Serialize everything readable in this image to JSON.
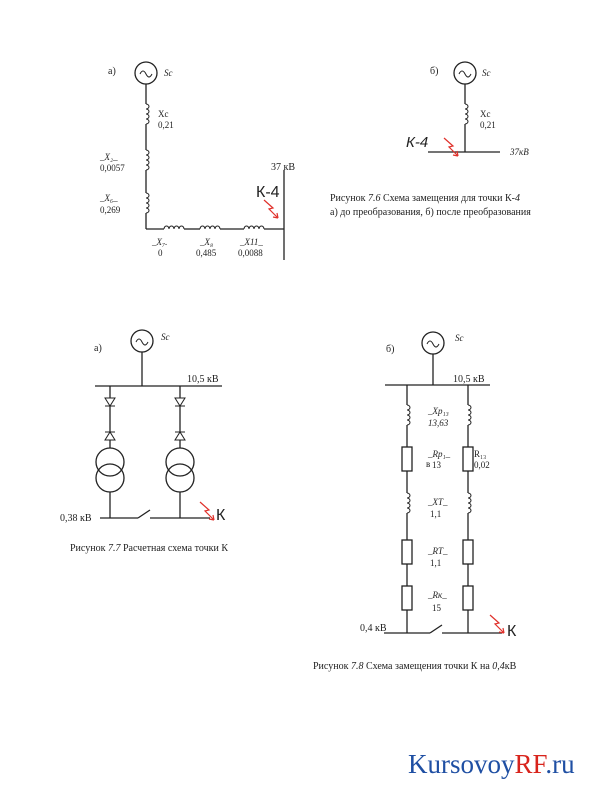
{
  "fig76a": {
    "label": "а)",
    "sc": "Sc",
    "xc": "Xc",
    "xc_val": "0,21",
    "x2": "_X₂_",
    "x2_val": "0,0057",
    "x6": "_X₆_",
    "x6_val": "0,269",
    "x7": "_X₇.",
    "x7_val": "0",
    "x8": "_X₈",
    "x8_val": "0,485",
    "x11": "_X11_",
    "x11_val": "0,0088",
    "voltage": "37 кВ",
    "point": "К-4"
  },
  "fig76b": {
    "label": "б)",
    "sc": "Sc",
    "xc": "Xc",
    "xc_val": "0,21",
    "point": "К-4",
    "voltage": "37кВ"
  },
  "caption76": {
    "line1_prefix": "Рисунок ",
    "line1_num": "7.6",
    "line1_text": " Схема замещения для точки К-",
    "line1_pt": "4",
    "line2": "а) до преобразования,  б)  после преобразования"
  },
  "fig77": {
    "label": "а)",
    "sc": "Sc",
    "bus_voltage": "10,5 кВ",
    "low_voltage": "0,38 кВ",
    "point": "К"
  },
  "caption77": {
    "prefix": "Рисунок ",
    "num": "7.7",
    "text": " Расчетная схема точки К"
  },
  "fig78": {
    "label": "б)",
    "sc": "Sc",
    "bus_voltage": "10,5 кВ",
    "xp": "_Xр₁₃",
    "xp_val": "13,63",
    "rp": "_Rр₁_",
    "rp_sub": "в",
    "rp_val": "13",
    "r13": "R₁₃",
    "r13_val": "0,02",
    "xt": "_XT_",
    "xt_val": "1,1",
    "rt": "_RT_",
    "rt_val": "1,1",
    "rk": "_Rк_",
    "rk_val": "15",
    "low_voltage": "0,4 кВ",
    "point": "К"
  },
  "caption78": {
    "prefix": "Рисунок ",
    "num": "7.8",
    "text": " Схема замещения точки К на ",
    "v": "0,4",
    "unit": "кВ"
  },
  "watermark": {
    "part1": "Kursovoy",
    "part2": "RF",
    "part3": ".ru"
  },
  "colors": {
    "line": "#222222",
    "fault": "#e0312b",
    "wm_blue": "#1f4fa3",
    "wm_red": "#d8241c"
  }
}
